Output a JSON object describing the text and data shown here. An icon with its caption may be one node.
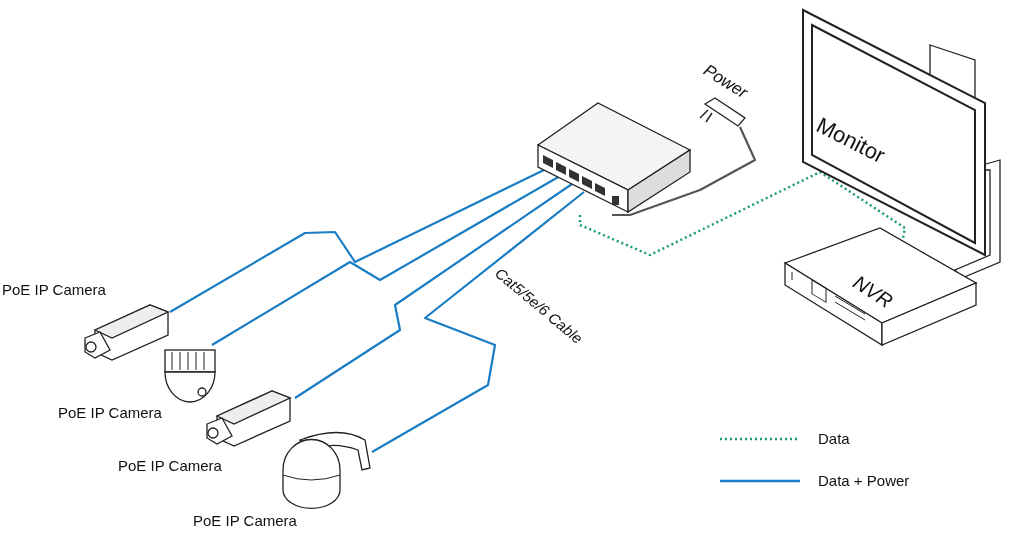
{
  "diagram": {
    "nodes": [
      {
        "text": [
          "PoE IP Camera"
        ]
      },
      {
        "text": [
          "PoE IP Camera"
        ]
      },
      {
        "text": [
          "PoE IP Camera"
        ]
      },
      {
        "text": [
          "PoE IP Camera"
        ]
      },
      {
        "text": [],
        "shape": "picture"
      },
      {
        "text": [
          "Power"
        ]
      },
      {
        "text": [
          "Monitor"
        ]
      },
      {
        "text": [
          "NVR"
        ]
      }
    ],
    "edges": [
      {
        "from": 0,
        "to": 4,
        "arrow": "none"
      },
      {
        "from": 1,
        "to": 4,
        "arrow": "none"
      },
      {
        "from": 2,
        "to": 4,
        "arrow": "none"
      },
      {
        "from": 3,
        "to": 4,
        "arrow": "none"
      },
      {
        "from": 5,
        "to": 4,
        "arrow": "none",
        "color": "#555555"
      },
      {
        "from": 4,
        "to": 7,
        "arrow": "none",
        "style": "dashed",
        "color": "#1a9a7a"
      }
    ],
    "labels": [
      "Cat5/5e/6 Cable"
    ],
    "legend": [
      {
        "text": "Data"
      },
      {
        "text": "Data + Power"
      }
    ]
  }
}
